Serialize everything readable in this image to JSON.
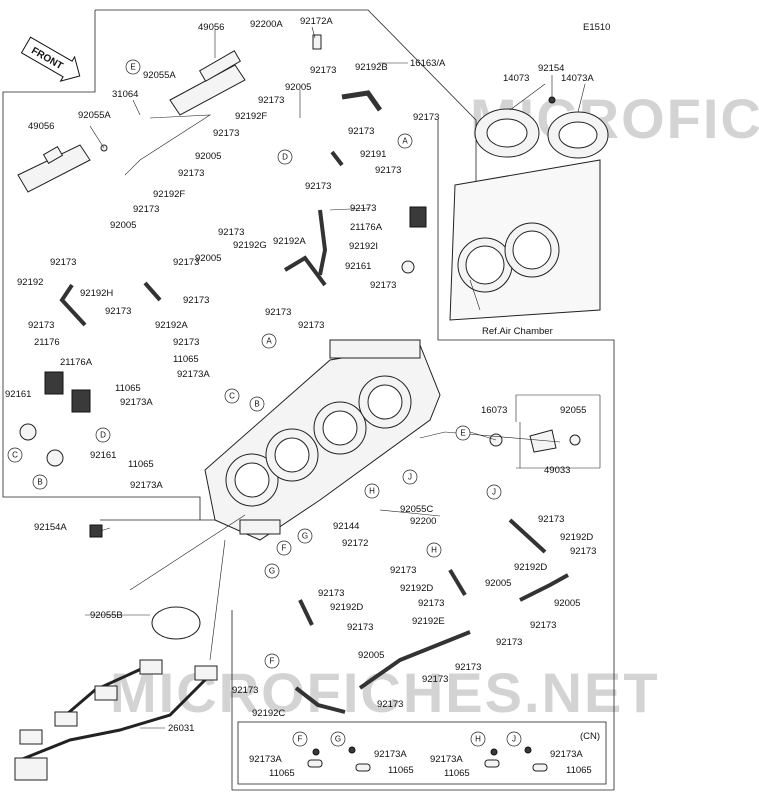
{
  "diagram_code": "E1510",
  "front_label": "FRONT",
  "ref_note": "Ref.Air Chamber",
  "cn_label": "(CN)",
  "watermark": "MICROFICHES.NET",
  "callout_letters": [
    "A",
    "B",
    "C",
    "D",
    "E",
    "F",
    "G",
    "H",
    "J"
  ],
  "labels": {
    "l49056a": "49056",
    "l92200a": "92200A",
    "l92172a": "92172A",
    "l16163": "16163/A",
    "l92055a_t": "92055A",
    "l92173_t1": "92173",
    "l92192b": "92192B",
    "l31064": "31064",
    "l92005_t": "92005",
    "l92173_t2": "92173",
    "l92192f_t": "92192F",
    "l92173_t3": "92173",
    "l49056b": "49056",
    "l92055a_l": "92055A",
    "l92173_t4": "92173",
    "l92191": "92191",
    "l92005_m": "92005",
    "l92173_m1": "92173",
    "l92173_m2": "92173",
    "l92173_m3": "92173",
    "l92192f_l": "92192F",
    "l92173_m4": "92173",
    "l92173_m5": "92173",
    "l92192g": "92192G",
    "l92005_l": "92005",
    "l92192a_m": "92192A",
    "l21176a_t": "21176A",
    "l92192i": "92192I",
    "l92173_l1": "92173",
    "l92173_l2": "92173",
    "l92161_t": "92161",
    "l92192": "92192",
    "l92192h": "92192H",
    "l92005_c": "92005",
    "l92173_c1": "92173",
    "l92173_c2": "92173",
    "l92173_l3": "92173",
    "l92173_c3": "92173",
    "l92173_c4": "92173",
    "l92192a_l": "92192A",
    "l92173_c5": "92173",
    "l21176": "21176",
    "l21176a_l": "21176A",
    "l11065_a": "11065",
    "l92173a_a": "92173A",
    "l11065_b": "11065",
    "l92173a_b": "92173A",
    "l92161_l": "92161",
    "l92161_r": "92161",
    "l11065_c": "11065",
    "l92173a_c": "92173A",
    "l14073": "14073",
    "l92154": "92154",
    "l14073a": "14073A",
    "l16073": "16073",
    "l92055": "92055",
    "l49033": "49033",
    "l92055c": "92055C",
    "l92200": "92200",
    "l92144": "92144",
    "l92172": "92172",
    "l92154a": "92154A",
    "l92055b": "92055B",
    "l92173_r1": "92173",
    "l92192d_r": "92192D",
    "l92173_r2": "92173",
    "l92173_h": "92173",
    "l92192d_h": "92192D",
    "l92192d_rr": "92192D",
    "l92005_r": "92005",
    "l92173_r3": "92173",
    "l92005_rr": "92005",
    "l92173_r4": "92173",
    "l92173_r5": "92173",
    "l92173_g1": "92173",
    "l92192d_g": "92192D",
    "l92173_g2": "92173",
    "l92192e": "92192E",
    "l92173_e": "92173",
    "l92005_b": "92005",
    "l92173_f": "92173",
    "l92173_b1": "92173",
    "l92173_b2": "92173",
    "l92192c": "92192C",
    "l26031": "26031",
    "cn_92173a_1": "92173A",
    "cn_92173a_2": "92173A",
    "cn_92173a_3": "92173A",
    "cn_92173a_4": "92173A",
    "cn_11065_1": "11065",
    "cn_11065_2": "11065",
    "cn_11065_3": "11065",
    "cn_11065_4": "11065"
  }
}
